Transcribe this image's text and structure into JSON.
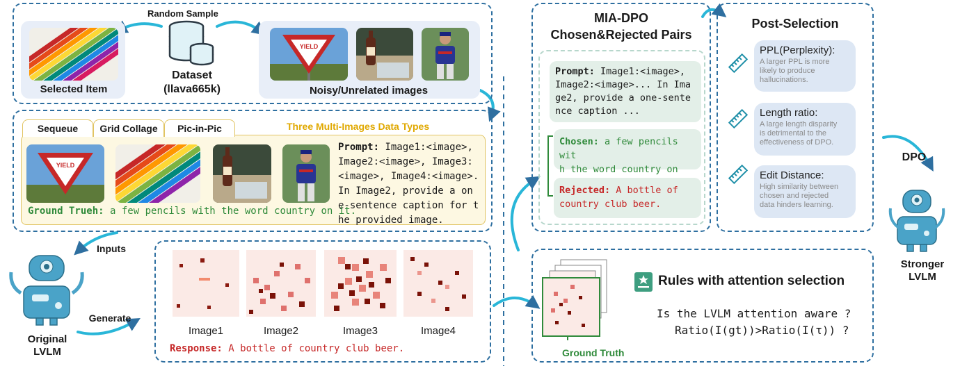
{
  "sampling": {
    "random_sample": "Random Sample",
    "dataset": "Dataset",
    "dataset_name": "(llava665k)",
    "selected_item": "Selected Item",
    "noisy_images": "Noisy/Unrelated images"
  },
  "data_types": {
    "tabs": [
      "Sequeue",
      "Grid Collage",
      "Pic-in-Pic"
    ],
    "title": "Three Multi-Images Data Types",
    "prompt_label": "Prompt:",
    "prompt_lines": [
      "Image1:<image>,",
      "Image2:<image>, Image3:",
      "<image>, Image4:<image>.",
      "In Image2, provide a on",
      "e-sentence caption for t",
      "he provided image."
    ],
    "gt_label": "Ground Trueh:",
    "gt_text": "a few pencils with the word country on it."
  },
  "lvlm": {
    "inputs": "Inputs",
    "generate": "Generate",
    "original": "Original",
    "original2": "LVLM",
    "stronger": "Stronger",
    "stronger2": "LVLM",
    "dpo": "DPO"
  },
  "attention": {
    "images": [
      "Image1",
      "Image2",
      "Image3",
      "Image4"
    ],
    "response_label": "Response:",
    "response_text": "A bottle of country club beer."
  },
  "pairs": {
    "title1": "MIA-DPO",
    "title2": "Chosen&Rejected Pairs",
    "prompt_label": "Prompt:",
    "prompt_lines": [
      "Image1:<image>,",
      "Image2:<image>... In Ima",
      "ge2, provide a one-sente",
      "nce caption ..."
    ],
    "chosen_label": "Chosen:",
    "chosen_lines": [
      "a few pencils wit",
      "h the word country on it."
    ],
    "rejected_label": "Rejected:",
    "rejected_lines": [
      "A bottle of",
      "country club beer."
    ]
  },
  "post_selection": {
    "title": "Post-Selection",
    "items": [
      {
        "title": "PPL(Perplexity):",
        "desc": [
          "A larger PPL is more",
          "likely to produce",
          "hallucinations."
        ]
      },
      {
        "title": "Length ratio:",
        "desc": [
          "A large length disparity",
          "is detrimental to the",
          "effectiveness of DPO."
        ]
      },
      {
        "title": "Edit Distance:",
        "desc": [
          "High similarity between",
          "chosen and rejected",
          "data hinders learning."
        ]
      }
    ]
  },
  "rules": {
    "title": "Rules with attention selection",
    "q1": "Is the LVLM attention aware ?",
    "q2": "Ratio(I(gt))>Ratio(I(τ)) ?",
    "gt_caption": "Ground Truth"
  },
  "colors": {
    "accent": "#2e6fa0",
    "cyan": "#29b6d8",
    "green": "#2f8a3a",
    "red": "#c62828",
    "robot": "#4aa3c8"
  }
}
